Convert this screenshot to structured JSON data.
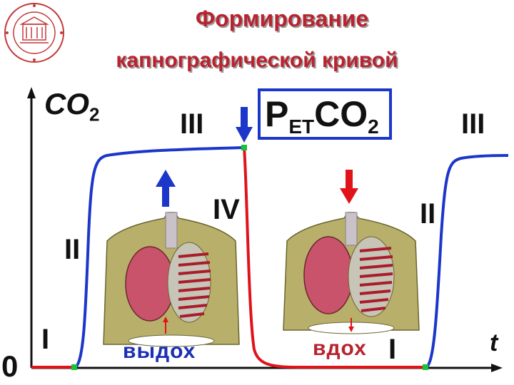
{
  "title": {
    "line1": "Формирование",
    "line2": "капнографической кривой"
  },
  "axes": {
    "y_label": "CO",
    "y_label_sub": "2",
    "x_label": "t",
    "origin": "0"
  },
  "phases": {
    "i": "I",
    "ii_left": "II",
    "iii_left": "III",
    "iv": "IV",
    "ii_right": "II",
    "iii_right": "III",
    "i_right": "I"
  },
  "petco2": {
    "main": "P",
    "sub": "ET",
    "co": "CO",
    "co_sub": "2"
  },
  "breathing": {
    "exhale": "выдох",
    "inhale": "вдох"
  },
  "colors": {
    "title": "#b8232f",
    "baseline_segment": "#e0131b",
    "rise_plateau_segment": "#1b36c9",
    "arrow_exhale": "#1b36c9",
    "arrow_inhale": "#e0131b",
    "marker": "#19c23b"
  },
  "icons": {
    "emblem": "university-seal-icon",
    "exhale_arrow": "arrow-up-icon",
    "inhale_arrow": "arrow-down-icon",
    "end_tidal_arrow": "arrow-down-icon",
    "torso_exhale": "chest-anatomy-exhale-icon",
    "torso_inhale": "chest-anatomy-inhale-icon"
  }
}
